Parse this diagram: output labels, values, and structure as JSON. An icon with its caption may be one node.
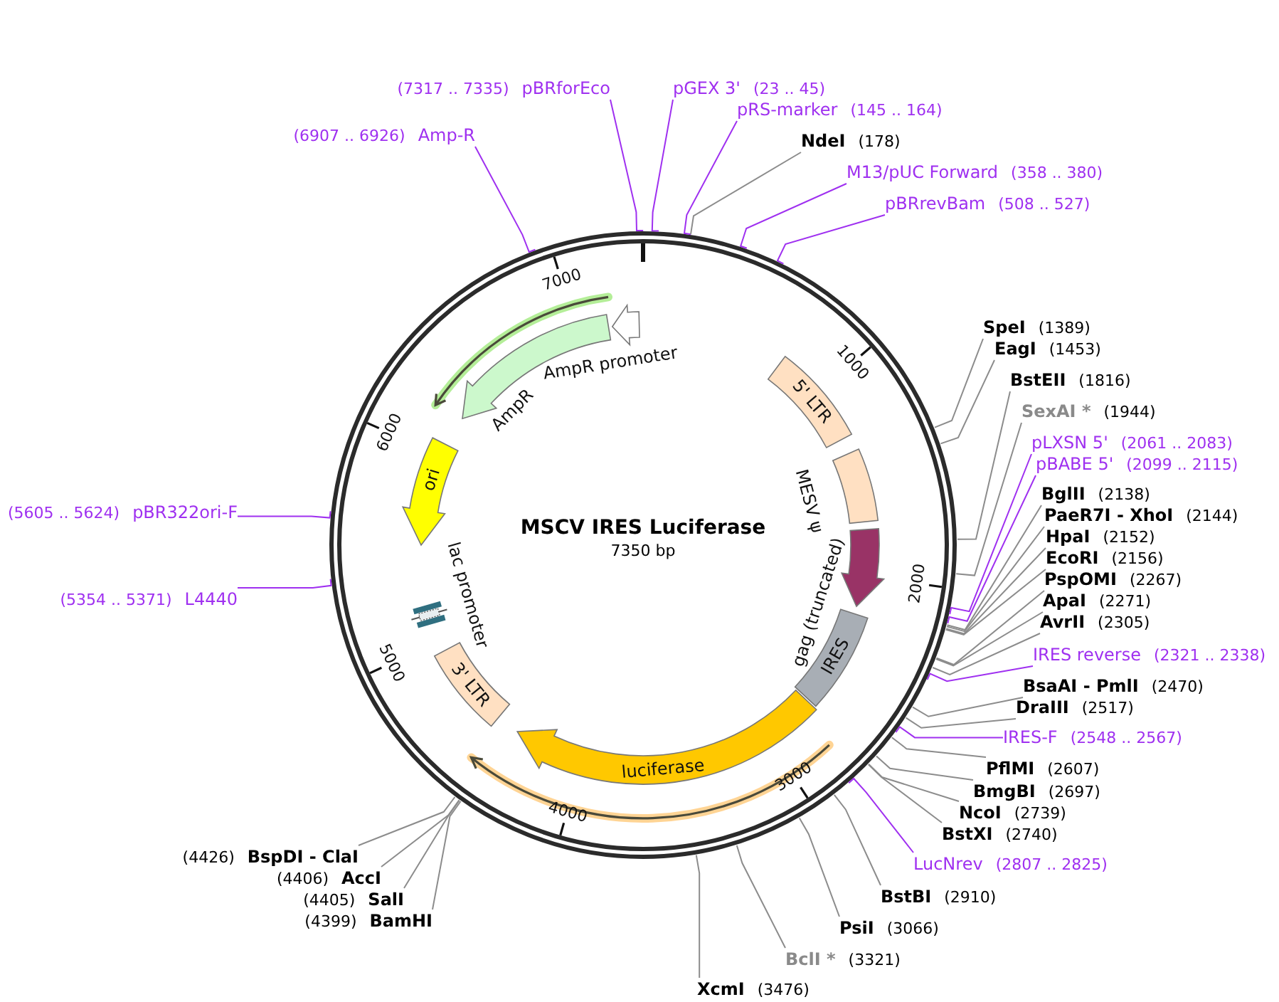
{
  "diagram": {
    "title": "MSCV IRES Luciferase",
    "nodes": [
      {
        "text": [
          "(7317 .. 7335)",
          "pBRforEco"
        ]
      },
      {
        "text": [
          "pGEX 3'",
          "(23 .. 45)"
        ]
      },
      {
        "text": [
          "pRS-marker",
          "(145 .. 164)"
        ]
      },
      {
        "text": [
          "(6907 .. 6926)",
          "Amp-R"
        ]
      },
      {
        "text": [
          "NdeI",
          "(178)"
        ]
      },
      {
        "text": [
          "M13/pUC Forward",
          "(358 .. 380)"
        ]
      },
      {
        "text": [
          "pBRrevBam",
          "(508 .. 527)"
        ]
      },
      {
        "text": [
          "SpeI",
          "(1389)"
        ]
      },
      {
        "text": [
          "EagI",
          "(1453)"
        ]
      },
      {
        "text": [
          "BstEII",
          "(1816)"
        ]
      },
      {
        "text": [
          "SexAI *",
          "(1944)"
        ]
      },
      {
        "text": [
          "pLXSN 5'",
          "(2061 .. 2083)"
        ]
      },
      {
        "text": [
          "pBABE 5'",
          "(2099 .. 2115)"
        ]
      },
      {
        "text": [
          "BglII",
          "(2138)"
        ]
      },
      {
        "text": [
          "PaeR7I - XhoI",
          "(2144)"
        ]
      },
      {
        "text": [
          "HpaI",
          "(2152)"
        ]
      },
      {
        "text": [
          "EcoRI",
          "(2156)"
        ]
      },
      {
        "text": [
          "PspOMI",
          "(2267)"
        ]
      },
      {
        "text": [
          "ApaI",
          "(2271)"
        ]
      },
      {
        "text": [
          "AvrII",
          "(2305)"
        ]
      },
      {
        "text": [
          "IRES reverse",
          "(2321 .. 2338)"
        ]
      },
      {
        "text": [
          "BsaAI - PmlI",
          "(2470)"
        ]
      },
      {
        "text": [
          "DraIII",
          "(2517)"
        ]
      },
      {
        "text": [
          "IRES-F",
          "(2548 .. 2567)"
        ]
      },
      {
        "text": [
          "PflMI",
          "(2607)"
        ]
      },
      {
        "text": [
          "BmgBI",
          "(2697)"
        ]
      },
      {
        "text": [
          "NcoI",
          "(2739)"
        ]
      },
      {
        "text": [
          "BstXI",
          "(2740)"
        ]
      },
      {
        "text": [
          "LucNrev",
          "(2807 .. 2825)"
        ]
      },
      {
        "text": [
          "BstBI",
          "(2910)"
        ]
      },
      {
        "text": [
          "PsiI",
          "(3066)"
        ]
      },
      {
        "text": [
          "BclI *",
          "(3321)"
        ]
      },
      {
        "text": [
          "XcmI",
          "(3476)"
        ]
      },
      {
        "text": [
          "(5605 .. 5624)",
          "pBR322ori-F"
        ]
      },
      {
        "text": [
          "(5354 .. 5371)",
          "L4440"
        ]
      },
      {
        "text": [
          "(4426)",
          "BspDI - ClaI"
        ]
      },
      {
        "text": [
          "(4406)",
          "AccI"
        ]
      },
      {
        "text": [
          "(4405)",
          "SalI"
        ]
      },
      {
        "text": [
          "(4399)",
          "BamHI"
        ]
      },
      {
        "text": [
          "AmpR promoter"
        ]
      },
      {
        "text": [
          "AmpR"
        ]
      },
      {
        "text": [
          "5' LTR"
        ]
      },
      {
        "text": [
          "MESV ψ"
        ]
      },
      {
        "text": [
          "ori"
        ]
      },
      {
        "text": [
          "gag (truncated)"
        ]
      },
      {
        "text": [
          "IRES"
        ]
      },
      {
        "text": [
          "lac promoter"
        ]
      },
      {
        "text": [
          "3' LTR"
        ]
      },
      {
        "text": [
          "luciferase"
        ]
      }
    ],
    "edges": [
      {
        "from": 0,
        "to": null,
        "arrow": "none",
        "color": "#9f30f0"
      },
      {
        "from": 1,
        "to": null,
        "arrow": "none",
        "color": "#9f30f0"
      },
      {
        "from": 2,
        "to": null,
        "arrow": "none",
        "color": "#9f30f0"
      },
      {
        "from": 3,
        "to": null,
        "arrow": "none",
        "color": "#9f30f0"
      },
      {
        "from": 4,
        "to": null,
        "arrow": "none"
      },
      {
        "from": 5,
        "to": null,
        "arrow": "none",
        "color": "#9f30f0"
      },
      {
        "from": 6,
        "to": null,
        "arrow": "none",
        "color": "#9f30f0"
      },
      {
        "from": 7,
        "to": null,
        "arrow": "none"
      },
      {
        "from": 8,
        "to": null,
        "arrow": "none"
      },
      {
        "from": 9,
        "to": null,
        "arrow": "none"
      },
      {
        "from": 10,
        "to": null,
        "arrow": "none"
      },
      {
        "from": 11,
        "to": null,
        "arrow": "none",
        "color": "#9f30f0"
      },
      {
        "from": 12,
        "to": null,
        "arrow": "none",
        "color": "#9f30f0"
      },
      {
        "from": 13,
        "to": null,
        "arrow": "none"
      },
      {
        "from": 14,
        "to": null,
        "arrow": "none"
      },
      {
        "from": 15,
        "to": null,
        "arrow": "none"
      },
      {
        "from": 16,
        "to": null,
        "arrow": "none"
      },
      {
        "from": 17,
        "to": null,
        "arrow": "none"
      },
      {
        "from": 18,
        "to": null,
        "arrow": "none"
      },
      {
        "from": 19,
        "to": null,
        "arrow": "none"
      },
      {
        "from": 20,
        "to": null,
        "arrow": "none",
        "color": "#9f30f0"
      },
      {
        "from": 21,
        "to": null,
        "arrow": "none"
      },
      {
        "from": 22,
        "to": null,
        "arrow": "none"
      },
      {
        "from": 23,
        "to": null,
        "arrow": "none",
        "color": "#9f30f0"
      },
      {
        "from": 24,
        "to": null,
        "arrow": "none"
      },
      {
        "from": 25,
        "to": null,
        "arrow": "none"
      },
      {
        "from": 26,
        "to": null,
        "arrow": "none"
      },
      {
        "from": 27,
        "to": null,
        "arrow": "none"
      },
      {
        "from": 28,
        "to": null,
        "arrow": "none",
        "color": "#9f30f0"
      },
      {
        "from": 29,
        "to": null,
        "arrow": "none"
      },
      {
        "from": 30,
        "to": null,
        "arrow": "none"
      },
      {
        "from": 31,
        "to": null,
        "arrow": "none"
      },
      {
        "from": 32,
        "to": null,
        "arrow": "none"
      },
      {
        "from": 33,
        "to": null,
        "arrow": "none",
        "color": "#9f30f0"
      },
      {
        "from": 34,
        "to": null,
        "arrow": "none",
        "color": "#9f30f0"
      },
      {
        "from": 35,
        "to": null,
        "arrow": "none"
      },
      {
        "from": 36,
        "to": null,
        "arrow": "none"
      },
      {
        "from": 37,
        "to": null,
        "arrow": "none"
      },
      {
        "from": 38,
        "to": null,
        "arrow": "none"
      }
    ],
    "labels": [
      "7350 bp",
      "1000",
      "2000",
      "3000",
      "4000",
      "5000",
      "6000",
      "7000"
    ]
  }
}
